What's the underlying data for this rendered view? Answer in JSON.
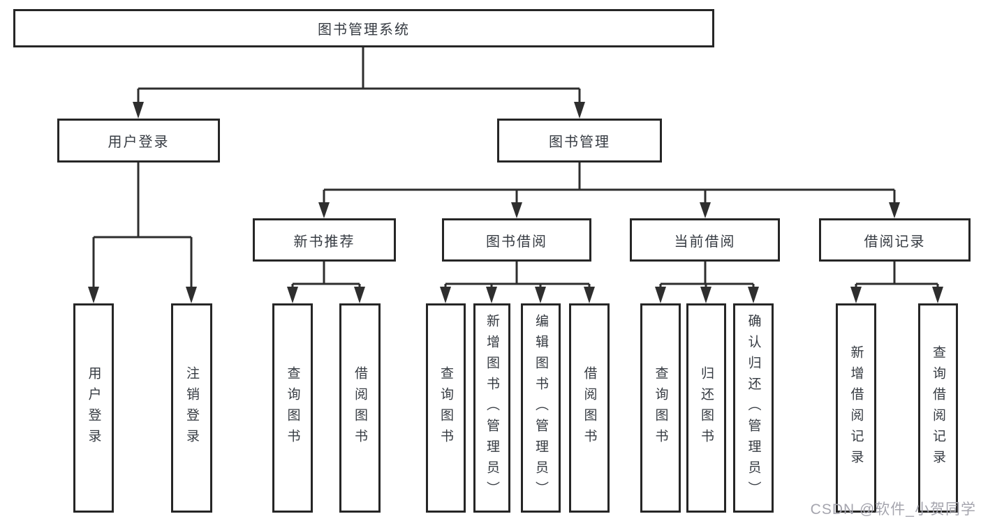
{
  "colors": {
    "line": "#2e2e2e",
    "box_border": "#262626",
    "text": "#363b42",
    "background": "#ffffff",
    "watermark": "#a5a5ae"
  },
  "watermark": {
    "text": "CSDN @软件_小贺同学"
  },
  "tree": {
    "root": "图书管理系统",
    "children": [
      {
        "label": "用户登录",
        "children": [
          "用户登录",
          "注销登录"
        ]
      },
      {
        "label": "图书管理",
        "children": [
          {
            "label": "新书推荐",
            "children": [
              "查询图书",
              "借阅图书"
            ]
          },
          {
            "label": "图书借阅",
            "children": [
              "查询图书",
              "新增图书（管理员）",
              "编辑图书（管理员）",
              "借阅图书"
            ]
          },
          {
            "label": "当前借阅",
            "children": [
              "查询图书",
              "归还图书",
              "确认归还（管理员）"
            ]
          },
          {
            "label": "借阅记录",
            "children": [
              "新增借阅记录",
              "查询借阅记录"
            ]
          }
        ]
      }
    ]
  }
}
